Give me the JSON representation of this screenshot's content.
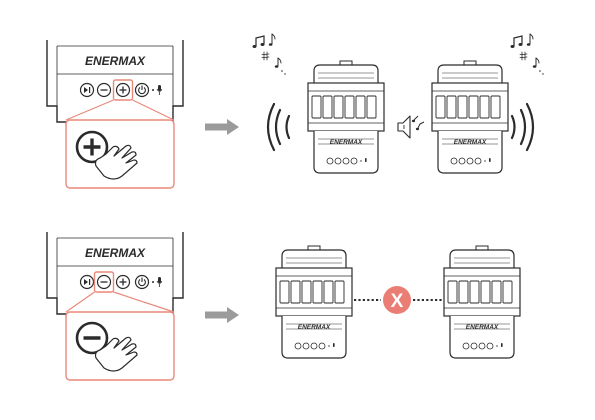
{
  "brand": "ENERMAX",
  "colors": {
    "callout": "#e8897a",
    "arrow": "#9b9b9b",
    "line": "#2b2b2b",
    "x_badge": "#ea7e74",
    "x_text": "#ffffff"
  },
  "steps": [
    {
      "id": "pair",
      "button": "plus",
      "result": "paired",
      "icons": [
        "play-pause-icon",
        "minus-icon",
        "plus-icon",
        "power-icon",
        "mic-icon",
        "hand-press-icon",
        "music-notes-icon",
        "sound-waves-icon",
        "speaker-sound-icon"
      ]
    },
    {
      "id": "unpair",
      "button": "minus",
      "result": "unpaired",
      "disconnect_label": "X",
      "icons": [
        "play-pause-icon",
        "minus-icon",
        "plus-icon",
        "power-icon",
        "mic-icon",
        "hand-press-icon",
        "disconnect-icon"
      ]
    }
  ]
}
